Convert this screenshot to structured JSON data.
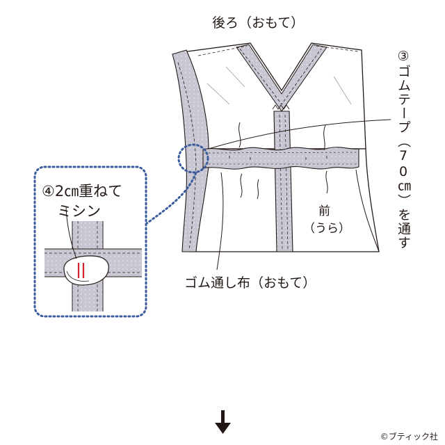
{
  "labels": {
    "back_outside": "後ろ（おもて）",
    "front_inside_1": "前",
    "front_inside_2": "（うら）",
    "casing_outside": "ゴム通し布（おもて）",
    "step3": "③ゴムテープ（70㎝）を通す",
    "step4_line1": "④2㎝重ねて",
    "step4_line2": "ミシン"
  },
  "copyright": "©ブティック社",
  "icons": {
    "down_arrow": "arrow-down-icon"
  },
  "colors": {
    "fabric_gray": "#c8c6d2",
    "dotted_blue": "#3a5b9c",
    "stitch_red": "#d2242a",
    "line": "#231815"
  }
}
